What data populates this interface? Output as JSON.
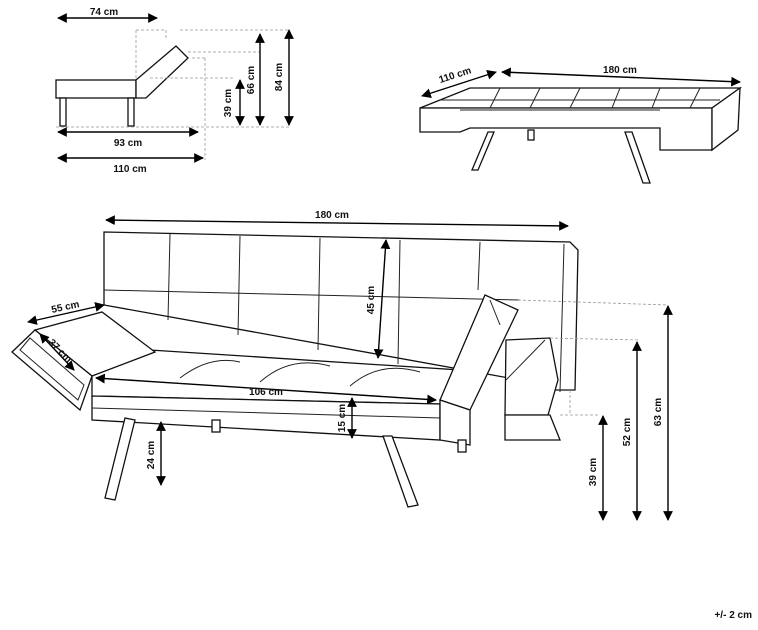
{
  "labels": {
    "side_top_width": "74 cm",
    "side_seat_depth": "93 cm",
    "side_total_depth": "110 cm",
    "side_seat_height": "39 cm",
    "side_armrest_height": "66 cm",
    "side_total_height": "84 cm",
    "bed_depth": "110 cm",
    "bed_width": "180 cm",
    "front_width": "180 cm",
    "back_height": "45 cm",
    "arm_length": "55 cm",
    "arm_width": "37 cm",
    "seat_width": "106 cm",
    "seat_thickness": "15 cm",
    "leg_height": "24 cm",
    "right_seat_height": "39 cm",
    "right_arm_height": "52 cm",
    "right_total_height": "63 cm",
    "tolerance": "+/- 2 cm"
  }
}
